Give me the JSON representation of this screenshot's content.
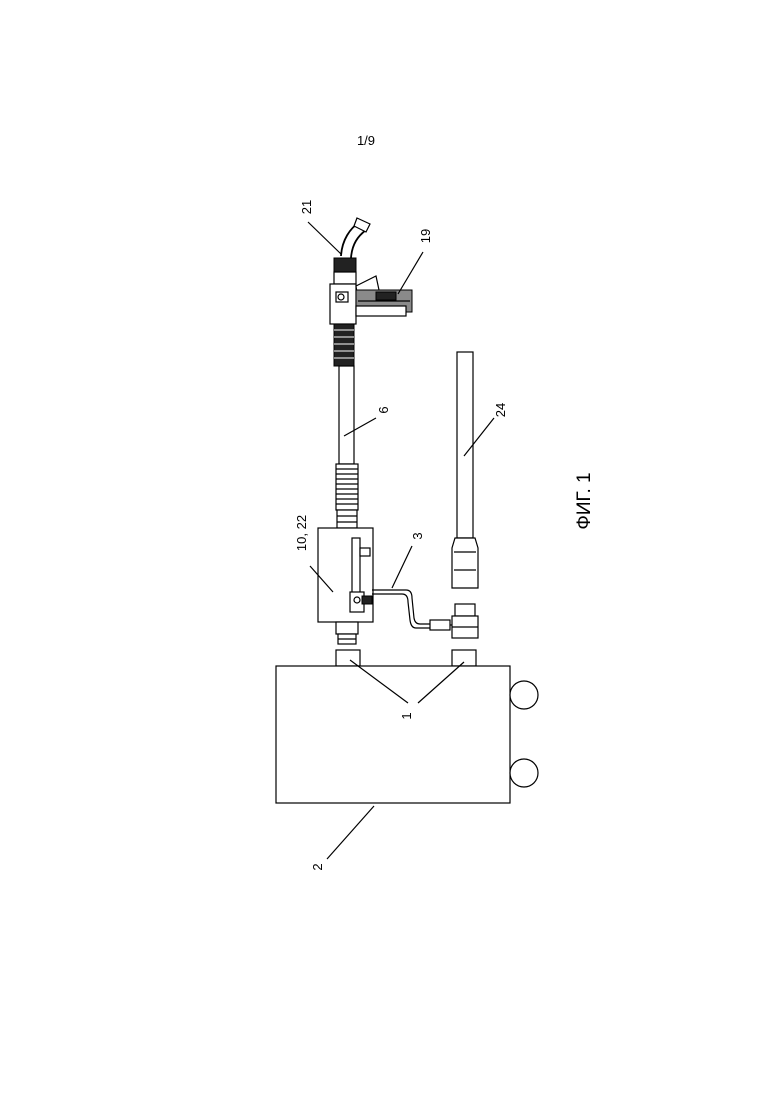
{
  "page_number": "1/9",
  "figure_caption": "ФИГ. 1",
  "reference_labels": {
    "r21": "21",
    "r19": "19",
    "r6": "6",
    "r24": "24",
    "r1022": "10, 22",
    "r3": "3",
    "r1": "1",
    "r2": "2"
  }
}
